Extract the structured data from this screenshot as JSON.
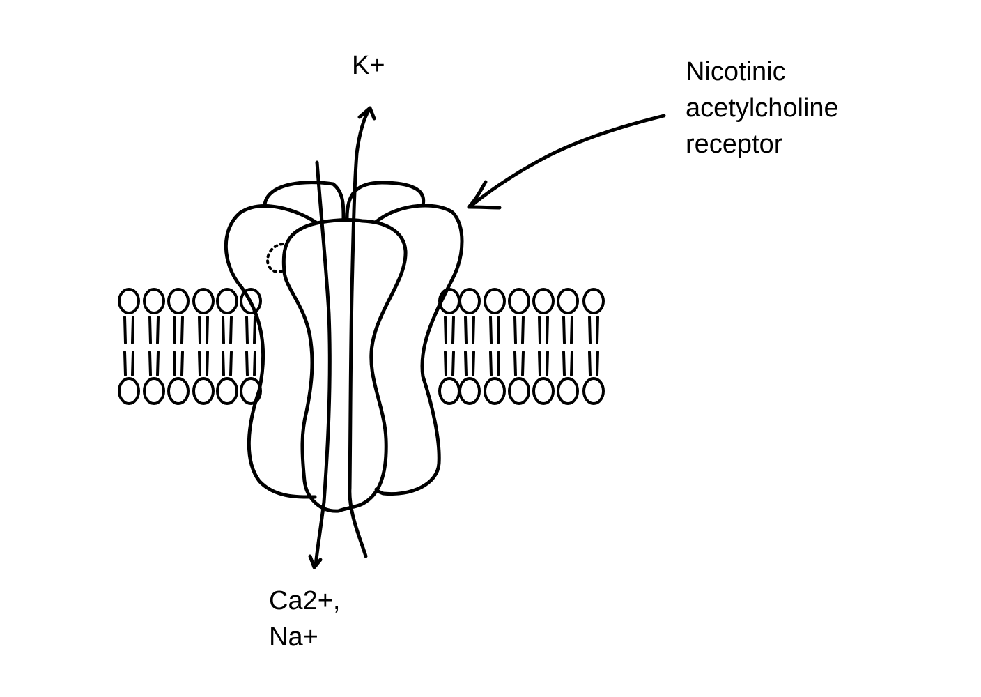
{
  "labels": {
    "potassium": "K+",
    "receptor": [
      "Nicotinic",
      "acetylcholine",
      "receptor"
    ],
    "calcium_sodium": [
      "Ca2+,",
      "Na+"
    ]
  },
  "ion_flow": {
    "outward": "K+",
    "inward": "Ca2+, Na+"
  },
  "colors": {
    "ink": "#000000",
    "background": "#ffffff"
  }
}
